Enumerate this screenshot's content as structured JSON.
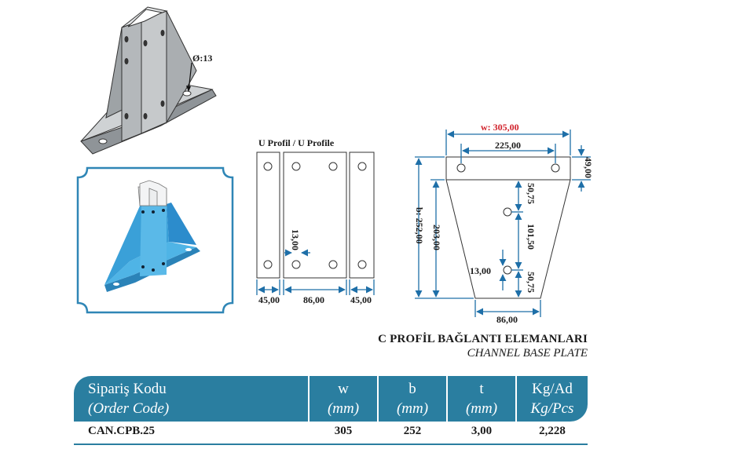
{
  "diagram": {
    "iso_hole_label": "Ø:13",
    "front_view_title": "U Profil / U Profile",
    "front_dims": {
      "bottom_left": "45,00",
      "bottom_middle": "86,00",
      "bottom_right": "45,00",
      "hole": "13,00"
    },
    "side_dims": {
      "w_label": "w: 305,00",
      "hole_span": "225,00",
      "plate_height": "49,00",
      "b_label": "b: 252,00",
      "body_height": "203,00",
      "hole_gap_top": "50,75",
      "hole_gap_mid": "101,50",
      "hole_gap_bottom": "50,75",
      "hole_dia": "13,00",
      "bottom_width": "86,00"
    }
  },
  "product_title": {
    "tr": "C PROFİL BAĞLANTI ELEMANLARI",
    "en": "CHANNEL BASE PLATE"
  },
  "table": {
    "headers": [
      {
        "l1": "Sipariş Kodu",
        "l2": "(Order Code)"
      },
      {
        "l1": "w",
        "l2": "(mm)"
      },
      {
        "l1": "b",
        "l2": "(mm)"
      },
      {
        "l1": "t",
        "l2": "(mm)"
      },
      {
        "l1": "Kg/Ad",
        "l2": "Kg/Pcs"
      }
    ],
    "rows": [
      {
        "code": "CAN.CPB.25",
        "w": "305",
        "b": "252",
        "t": "3,00",
        "kg": "2,228"
      }
    ]
  },
  "colors": {
    "header_blue": "#2a7ea0",
    "render_blue": "#3aa0d8",
    "frame_blue": "#2f86b6",
    "dimension_blue": "#1e6fa8",
    "dimension_red": "#d0202a",
    "steel_gray": "#b8bcbf"
  }
}
